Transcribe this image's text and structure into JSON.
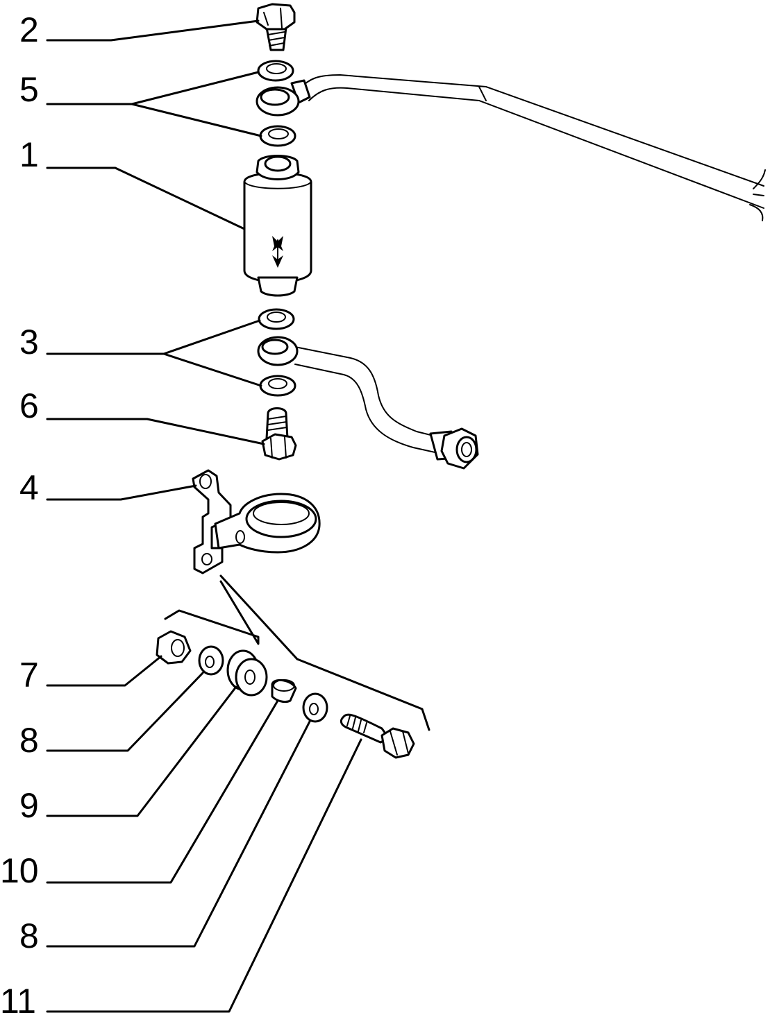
{
  "callouts": [
    {
      "id": "c1",
      "label": "2"
    },
    {
      "id": "c2",
      "label": "5"
    },
    {
      "id": "c3",
      "label": "1"
    },
    {
      "id": "c4",
      "label": "3"
    },
    {
      "id": "c5",
      "label": "6"
    },
    {
      "id": "c6",
      "label": "4"
    },
    {
      "id": "c7",
      "label": "7"
    },
    {
      "id": "c8",
      "label": "8"
    },
    {
      "id": "c9",
      "label": "9"
    },
    {
      "id": "c10",
      "label": "10"
    },
    {
      "id": "c11",
      "label": "8"
    },
    {
      "id": "c12",
      "label": "11"
    }
  ],
  "colors": {
    "line": "#000000",
    "background": "#ffffff"
  }
}
